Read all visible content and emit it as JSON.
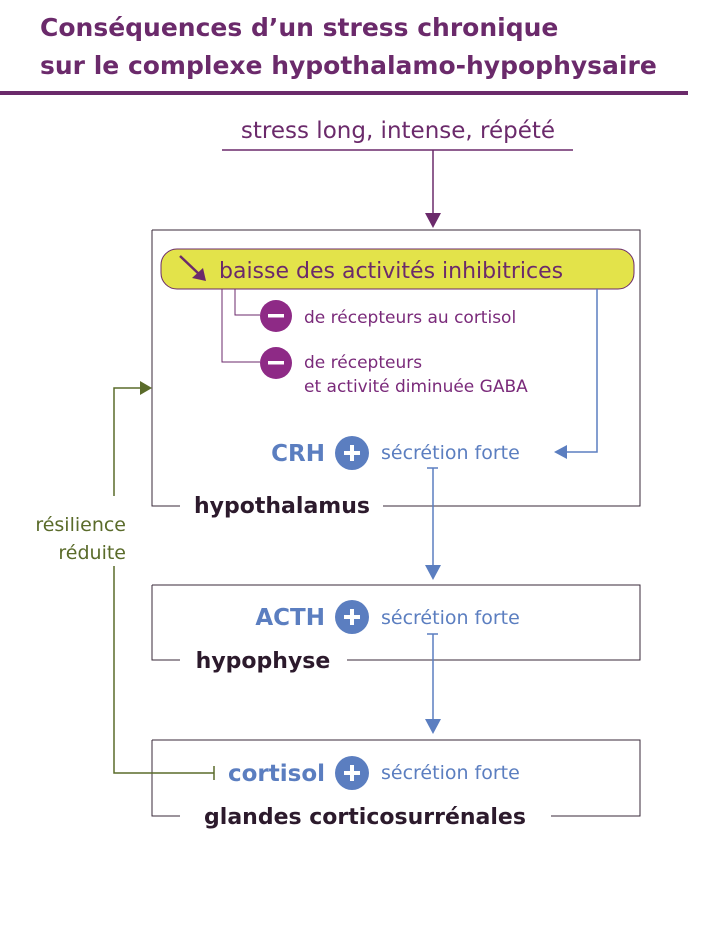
{
  "title": {
    "line1": "Conséquences d’un stress chronique",
    "line2": "sur le complexe hypothalamo-hypophysaire"
  },
  "input": "stress long, intense, répété",
  "hypothalamus": {
    "label": "hypothalamus",
    "banner": "baisse des activités inhibitrices",
    "banner_icon": "arrow-down-right-icon",
    "effect1": "de récepteurs au cortisol",
    "effect2_line1": "de récepteurs",
    "effect2_line2": "et activité diminuée GABA",
    "effect_sign": "−",
    "hormone": "CRH",
    "secretion": "sécrétion forte"
  },
  "hypophyse": {
    "label": "hypophyse",
    "hormone": "ACTH",
    "secretion": "sécrétion forte"
  },
  "glandes": {
    "label": "glandes corticosurrénales",
    "hormone": "cortisol",
    "secretion": "sécrétion forte"
  },
  "plus_sign": "+",
  "feedback": {
    "line1": "résilience",
    "line2": "réduite"
  },
  "colors": {
    "title_purple": "#6b2a6b",
    "banner_yellow": "#e3e34a",
    "minus_circle": "#8e2a86",
    "plus_circle": "#5b7ec0",
    "arrow_blue": "#5b7ec0",
    "feedback_olive": "#5a6b2a"
  }
}
